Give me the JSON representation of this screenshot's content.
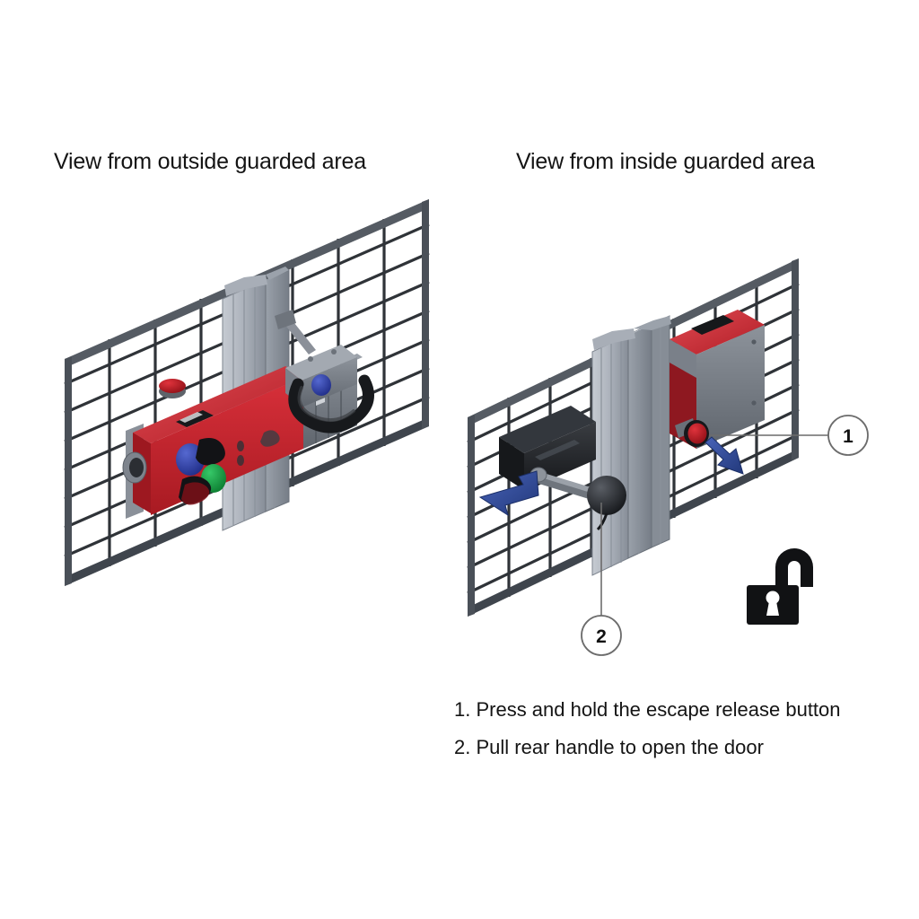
{
  "figure": {
    "title_left": "View from outside guarded area",
    "title_right": "View from inside guarded area",
    "steps": [
      "1. Press and hold the escape release button",
      "2. Pull rear handle to open the door"
    ],
    "callouts": [
      {
        "id": "1",
        "label": "1",
        "target": "escape release button"
      },
      {
        "id": "2",
        "label": "2",
        "target": "rear handle"
      }
    ],
    "status_icon": "unlocked-padlock-icon",
    "colors": {
      "mesh_frame": "#4a5058",
      "mesh_wire": "#2f3338",
      "post_light": "#b9bec6",
      "post_mid": "#9299a3",
      "post_dark": "#6e757f",
      "switch_red": "#c0212a",
      "switch_red_dark": "#8d161d",
      "switch_grey": "#70767e",
      "handle_black": "#1d1f22",
      "arrow_blue": "#2f4fa0",
      "arrow_blue_dark": "#223a79",
      "button_blue": "#2b3fa8",
      "button_green": "#10a03f",
      "button_red": "#c4101a",
      "callout_stroke": "#6c6c6c",
      "text": "#141414"
    }
  }
}
